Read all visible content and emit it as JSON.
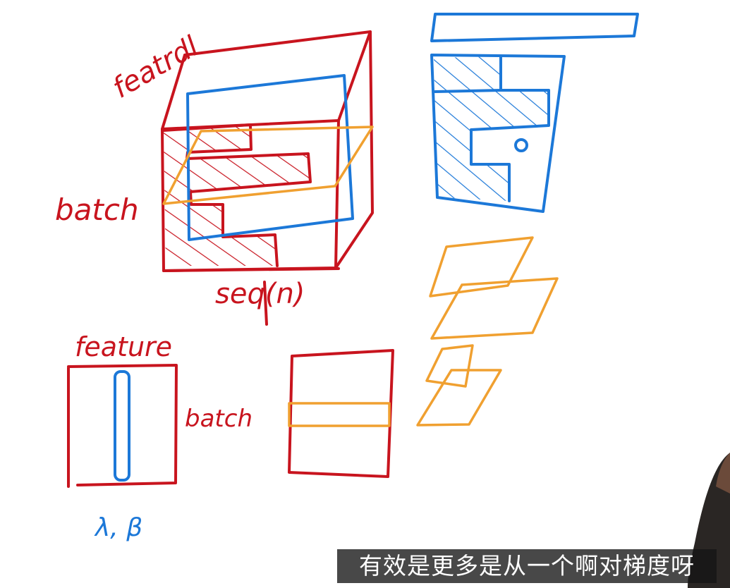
{
  "labels": {
    "feature_top": "featrdl",
    "batch_left": "batch",
    "seq": "seq(n)",
    "feature_bottom": "feature",
    "batch_bottom": "batch",
    "lambda_beta": "λ, β"
  },
  "subtitle": "有效是更多是从一个啊对梯度呀",
  "colors": {
    "red": "#c8141e",
    "blue": "#1c78d8",
    "orange": "#f0a030"
  }
}
